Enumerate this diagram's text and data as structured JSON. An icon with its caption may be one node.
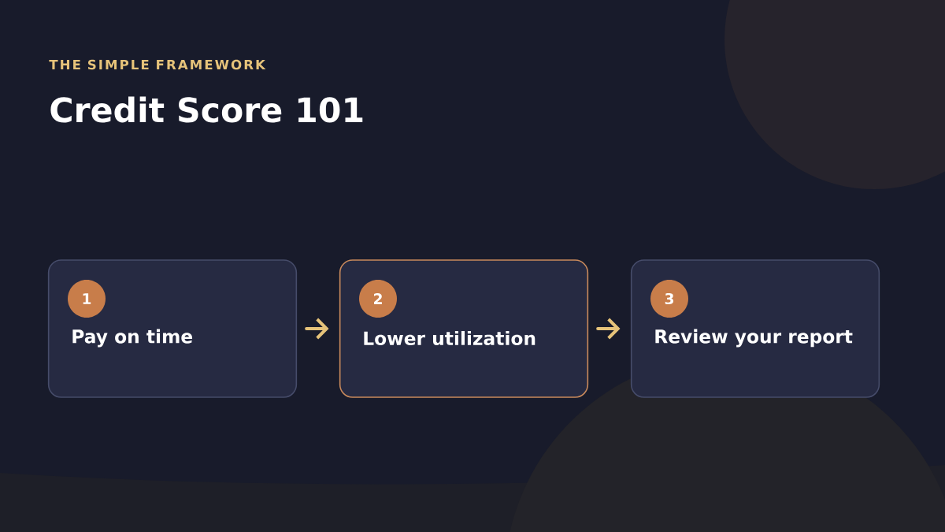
{
  "diagram": {
    "title": "Credit Score 101",
    "nodes": [
      {
        "text": [
          "Pay on time"
        ]
      },
      {
        "text": [
          "1"
        ],
        "in": 0
      },
      {
        "text": [
          "Lower utilization"
        ]
      },
      {
        "text": [
          "2"
        ],
        "in": 2
      },
      {
        "text": [
          "Review your report"
        ]
      },
      {
        "text": [
          "3"
        ],
        "in": 4
      }
    ],
    "edges": [
      {
        "from": 0,
        "to": 2,
        "arrow": "to"
      },
      {
        "from": 2,
        "to": 4,
        "arrow": "to"
      }
    ],
    "labels": [
      "THE SIMPLE FRAMEWORK"
    ]
  }
}
